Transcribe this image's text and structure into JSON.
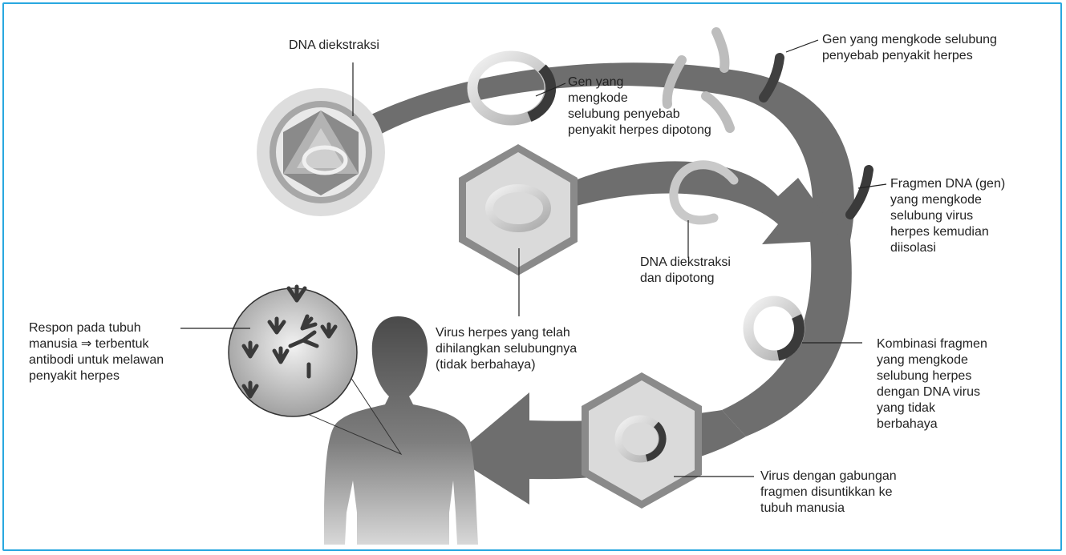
{
  "figure": {
    "border_color": "#29a8e0",
    "arrow_color": "#6e6e6e",
    "hexagon_fill": "#d9d9d9",
    "labels": {
      "dna_extracted": [
        "DNA diekstraksi"
      ],
      "gene_cut": [
        "Gen yang",
        "mengkode",
        "selubung penyebab",
        "penyakit herpes dipotong"
      ],
      "gene_coat": [
        "Gen yang mengkode selubung",
        "penyebab penyakit herpes"
      ],
      "fragment_isolated": [
        "Fragmen DNA (gen)",
        "yang mengkode",
        "selubung virus",
        "herpes kemudian",
        "diisolasi"
      ],
      "dna_extracted_cut": [
        "DNA diekstraksi",
        "dan dipotong"
      ],
      "harmless_virus": [
        "Virus herpes yang telah",
        "dihilangkan selubungnya",
        "(tidak berbahaya)"
      ],
      "combination": [
        "Kombinasi fragmen",
        "yang mengkode",
        "selubung herpes",
        "dengan DNA virus",
        "yang tidak",
        "berbahaya"
      ],
      "injected": [
        "Virus dengan gabungan",
        "fragmen disuntikkan ke",
        "tubuh manusia"
      ],
      "body_response": [
        "Respon pada tubuh",
        "manusia ⇒ terbentuk",
        "antibodi untuk melawan",
        "penyakit herpes"
      ]
    }
  }
}
